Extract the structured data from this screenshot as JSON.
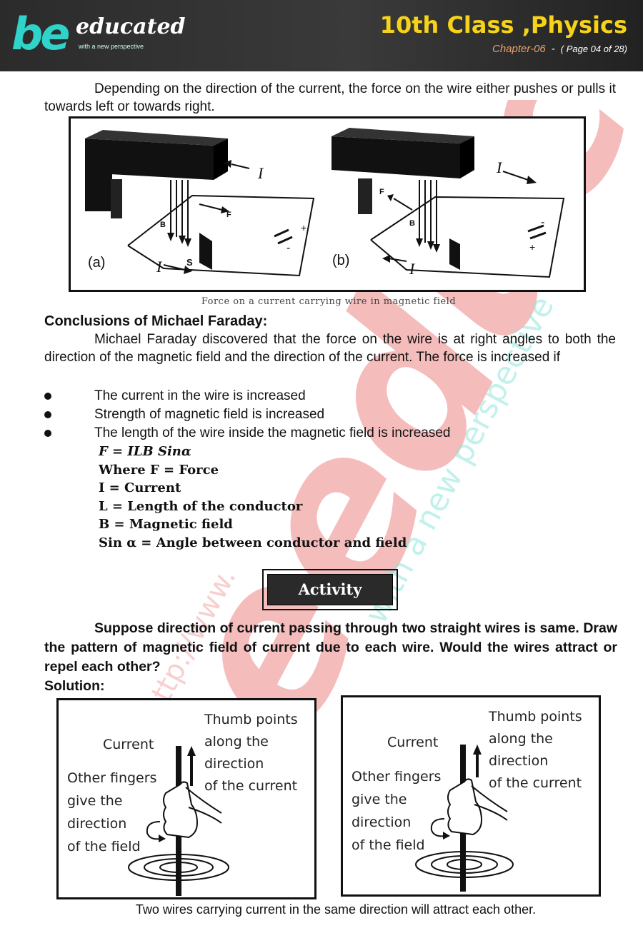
{
  "header": {
    "logo_be": "be",
    "logo_text": "educated",
    "logo_tagline": "with a new perspective",
    "title": "10th Class ,Physics",
    "chapter": "Chapter-06",
    "dash": "-",
    "page": "( Page 04 of 28)"
  },
  "watermark": {
    "main": "beeducated",
    "tagline": "with a new perspective",
    "url": "http://www."
  },
  "para1": "Depending on the direction of the current, the force on the wire either pushes or pulls it towards left or towards right.",
  "figure1": {
    "label_a": "(a)",
    "label_b": "(b)",
    "current": "I",
    "field": "B",
    "force": "F",
    "pole_s": "S",
    "plus": "+",
    "minus": "-",
    "caption": "Force on a current carrying wire in magnetic field"
  },
  "conclusions_heading": "Conclusions of Michael Faraday:",
  "para2": "Michael Faraday discovered that the force on the wire is at right angles to both the direction of the magnetic field and the direction of the current. The force is increased if",
  "bullets": [
    "The current in the wire is increased",
    "Strength of magnetic field is increased",
    "The length of the wire inside the magnetic field is increased"
  ],
  "formula": {
    "main": "F = ILB Sinα",
    "where": "Where F = Force",
    "i": "I = Current",
    "l": "L = Length of the conductor",
    "b": "B = Magnetic field",
    "sin": "Sin α = Angle between conductor and field"
  },
  "activity_label": "Activity",
  "question": "Suppose direction of current passing through two straight wires is same. Draw the pattern of magnetic field of current due to each wire. Would the wires attract or repel each other?",
  "solution_label": "Solution:",
  "figure2": {
    "current": "Current",
    "thumb": [
      "Thumb points",
      "along the",
      "direction",
      "of the current"
    ],
    "fingers": [
      "Other fingers",
      "give the",
      "direction",
      "of the field"
    ]
  },
  "final_statement": "Two wires carrying current in the same direction will attract each other."
}
